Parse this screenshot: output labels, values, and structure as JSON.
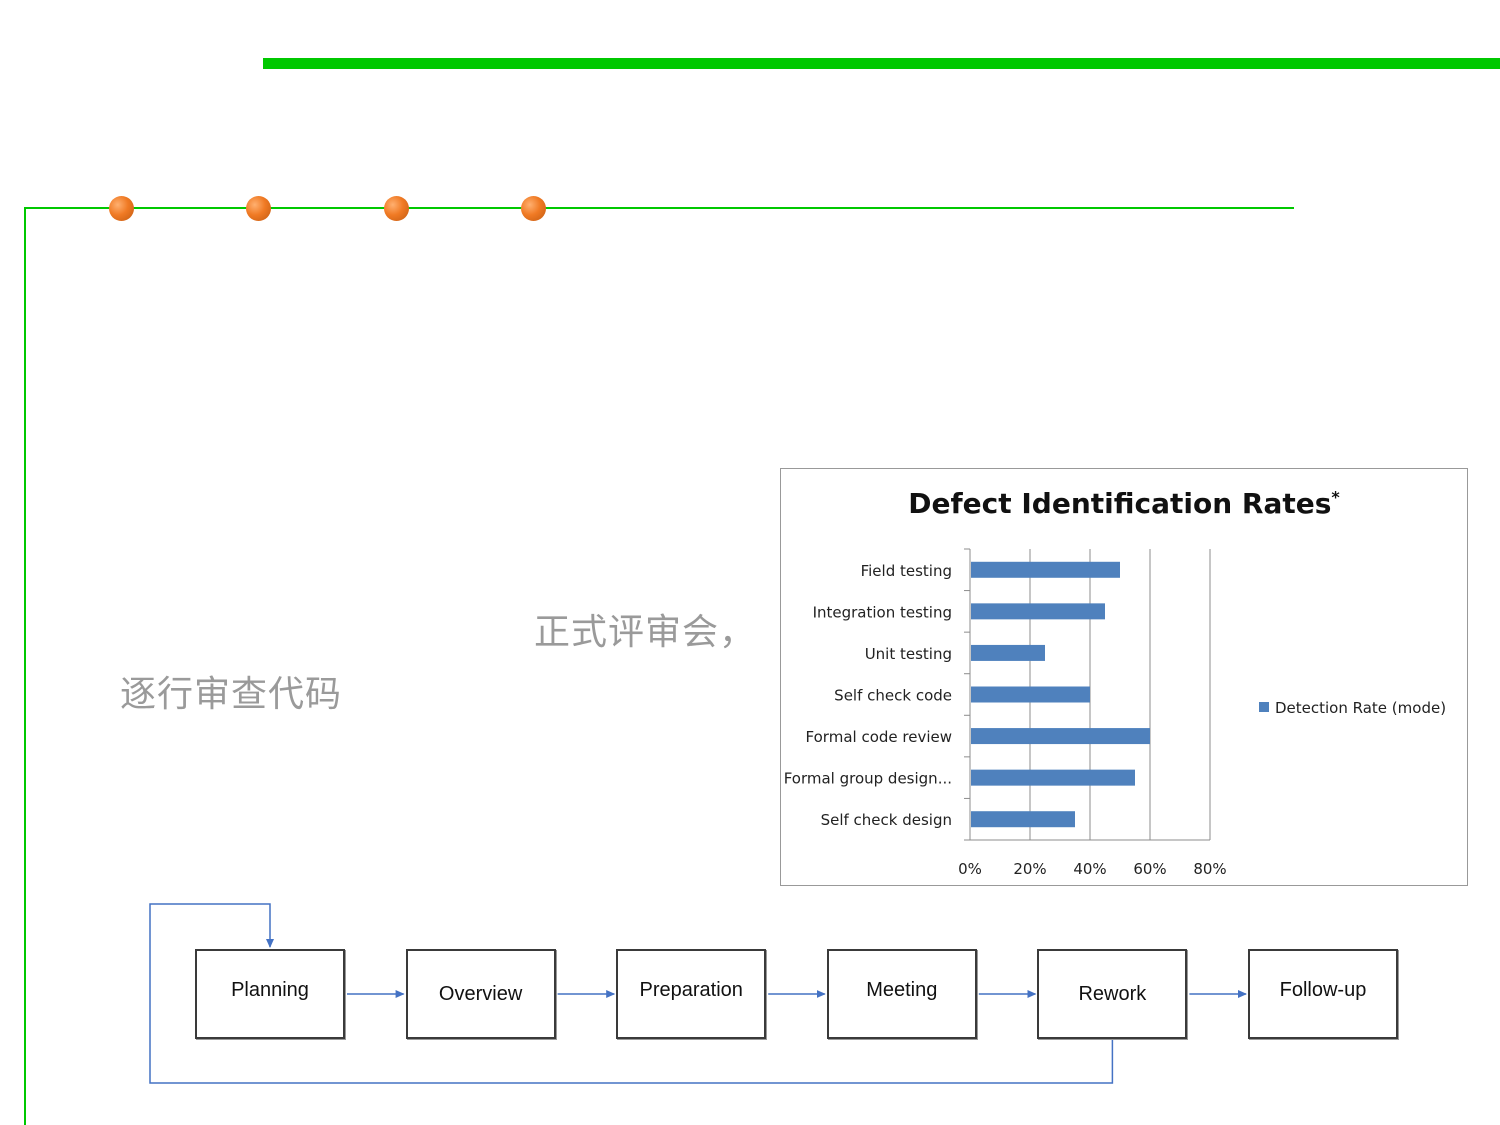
{
  "cn_labels": {
    "formal_review": "正式评审会，",
    "line_by_line": "逐行审查代码"
  },
  "colors": {
    "accent_green": "#00c800",
    "dot_orange": "#f07a24",
    "bar_blue": "#4f81bd",
    "flow_arrow": "#4472c4"
  },
  "chart_data": {
    "type": "bar",
    "orientation": "horizontal",
    "title": "Defect Identification Rates",
    "title_mark": "*",
    "categories": [
      "Field testing",
      "Integration testing",
      "Unit testing",
      "Self check code",
      "Formal code review",
      "Formal group design...",
      "Self check design"
    ],
    "series": [
      {
        "name": "Detection Rate (mode)",
        "values": [
          0.5,
          0.45,
          0.25,
          0.4,
          0.6,
          0.55,
          0.35
        ]
      }
    ],
    "xlim": [
      0,
      0.8
    ],
    "xticks": [
      "0%",
      "20%",
      "40%",
      "60%",
      "80%"
    ],
    "xtick_values": [
      0,
      0.2,
      0.4,
      0.6,
      0.8
    ],
    "grid": "vertical",
    "legend_position": "right"
  },
  "flow": {
    "steps": [
      "Planning",
      "Overview",
      "Preparation",
      "Meeting",
      "Rework",
      "Follow-up"
    ]
  }
}
